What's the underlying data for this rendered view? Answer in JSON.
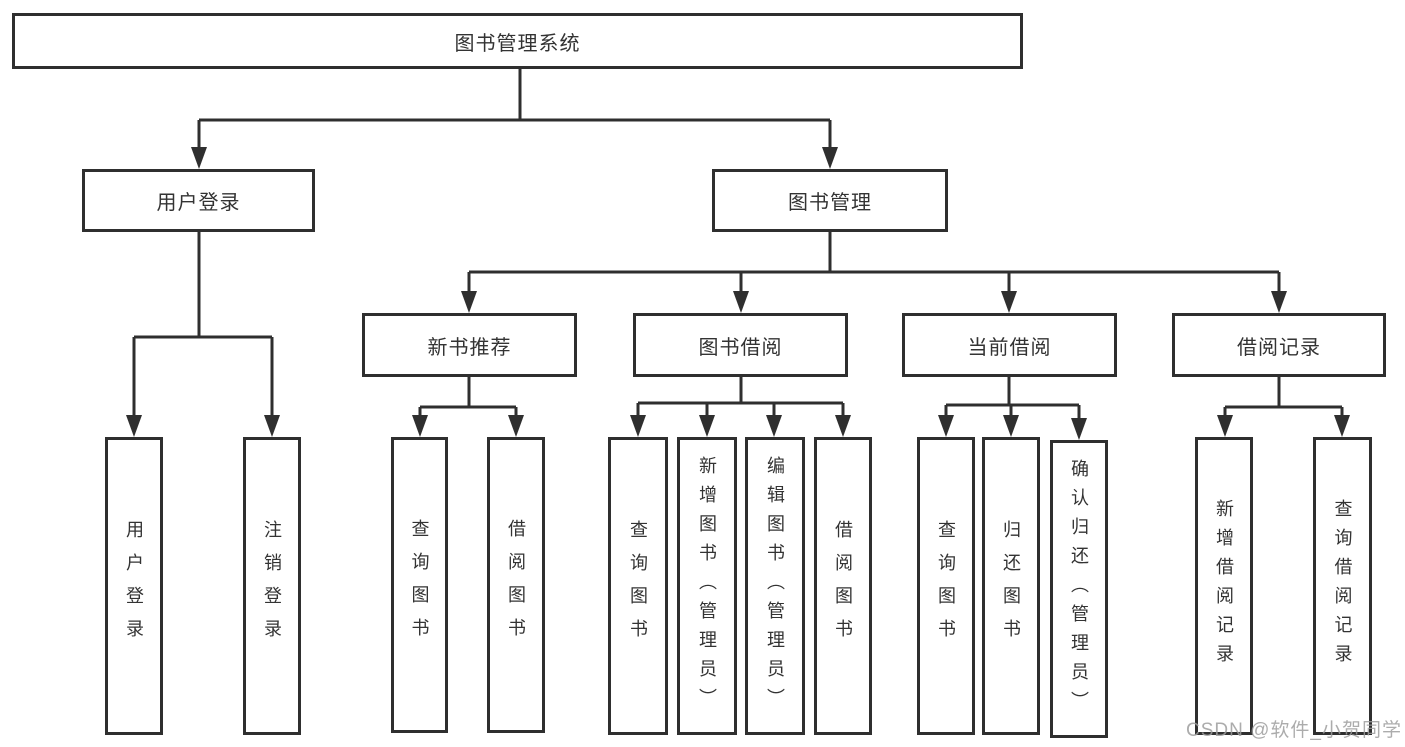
{
  "tree": {
    "label": "图书管理系统",
    "children": [
      {
        "label": "用户登录",
        "children": [
          {
            "label": "用户登录"
          },
          {
            "label": "注销登录"
          }
        ]
      },
      {
        "label": "图书管理",
        "children": [
          {
            "label": "新书推荐",
            "children": [
              {
                "label": "查询图书"
              },
              {
                "label": "借阅图书"
              }
            ]
          },
          {
            "label": "图书借阅",
            "children": [
              {
                "label": "查询图书"
              },
              {
                "label": "新增图书（管理员）"
              },
              {
                "label": "编辑图书（管理员）"
              },
              {
                "label": "借阅图书"
              }
            ]
          },
          {
            "label": "当前借阅",
            "children": [
              {
                "label": "查询图书"
              },
              {
                "label": "归还图书"
              },
              {
                "label": "确认归还（管理员）"
              }
            ]
          },
          {
            "label": "借阅记录",
            "children": [
              {
                "label": "新增借阅记录"
              },
              {
                "label": "查询借阅记录"
              }
            ]
          }
        ]
      }
    ]
  },
  "watermark": {
    "text": "CSDN @软件_小贺同学"
  },
  "colors": {
    "line": "#2f2f2f",
    "box_border": "#2f2f2f",
    "box_fill": "#ffffff",
    "text": "#333333",
    "watermark": "#9e9e9e"
  }
}
